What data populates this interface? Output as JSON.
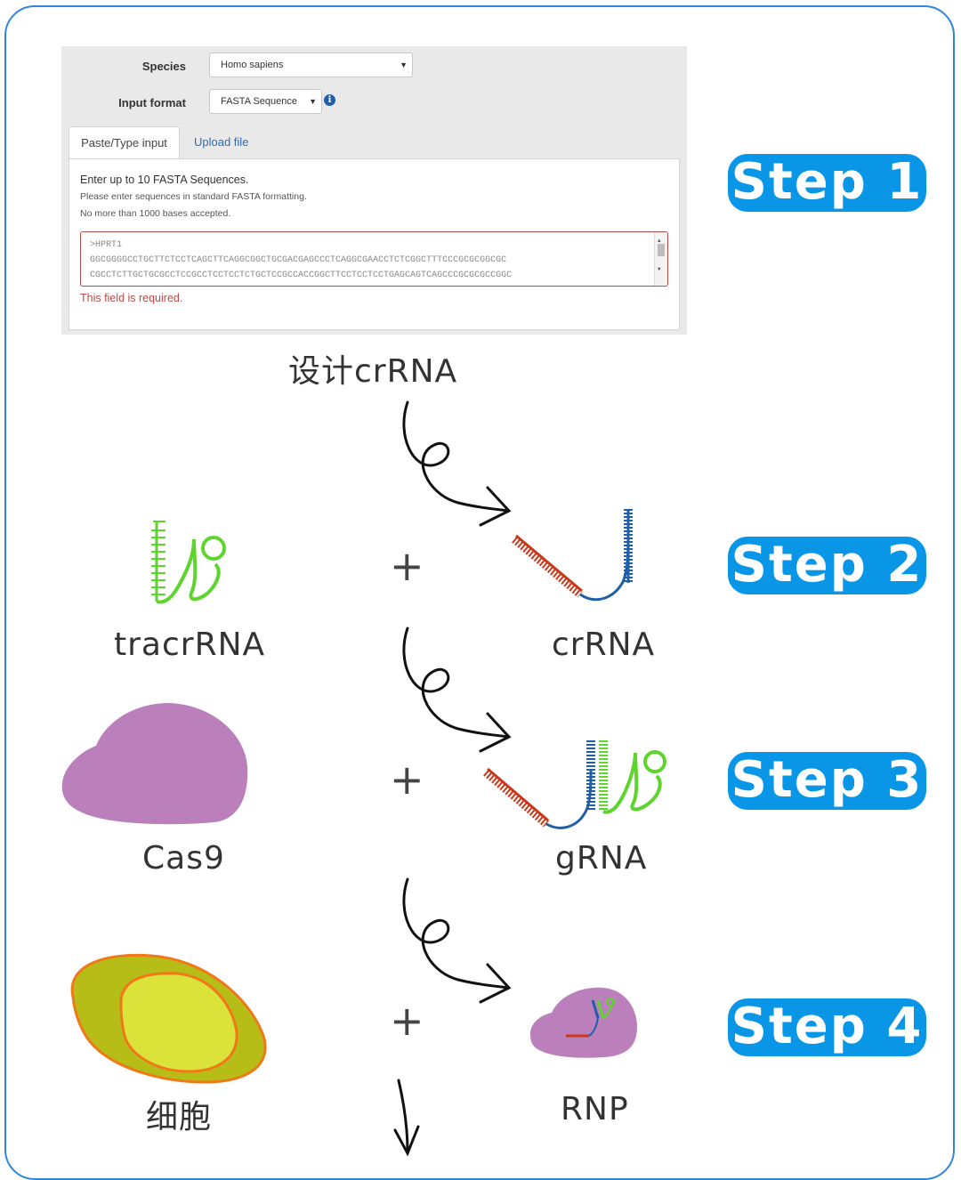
{
  "form": {
    "species_label": "Species",
    "species_value": "Homo sapiens",
    "input_format_label": "Input format",
    "input_format_value": "FASTA Sequence",
    "info_icon": "info-icon",
    "tab_paste": "Paste/Type input",
    "tab_upload": "Upload file",
    "instruction_1": "Enter up to 10 FASTA Sequences.",
    "instruction_2": "Please enter sequences in standard FASTA formatting.",
    "instruction_3": "No more than 1000 bases accepted.",
    "sequence_lines": [
      ">HPRT1",
      "GGCGGGGCCTGCTTCTCCTCAGCTTCAGGCGGCTGCGACGAGCCCTCAGGCGAACCTCTCGGCTTTCCCGCGCGGCGC",
      "CGCCTCTTGCTGCGCCTCCGCCTCCTCCTCTGCTCCGCCACCGGCTTCCTCCTCCTGAGCAGTCAGCCCGCGCGCCGGC"
    ],
    "error": "This field is required."
  },
  "captions": {
    "design": "设计crRNA",
    "tracrRNA": "tracrRNA",
    "crRNA": "crRNA",
    "cas9": "Cas9",
    "grna": "gRNA",
    "cell": "细胞",
    "rnp": "RNP"
  },
  "steps": [
    "Step 1",
    "Step 2",
    "Step 3",
    "Step 4"
  ],
  "plus": "+",
  "colors": {
    "border": "#2e86de",
    "step_bg": "#0a96e6",
    "tracr_green": "#5ed52c",
    "crrna_red": "#c8381a",
    "crrna_blue": "#1f5fa8",
    "cas9_purple": "#bb7fbb",
    "cell_outer": "#b6bd17",
    "cell_inner": "#dbe23a",
    "cell_edge": "#f07818",
    "error_red": "#b94a48"
  }
}
